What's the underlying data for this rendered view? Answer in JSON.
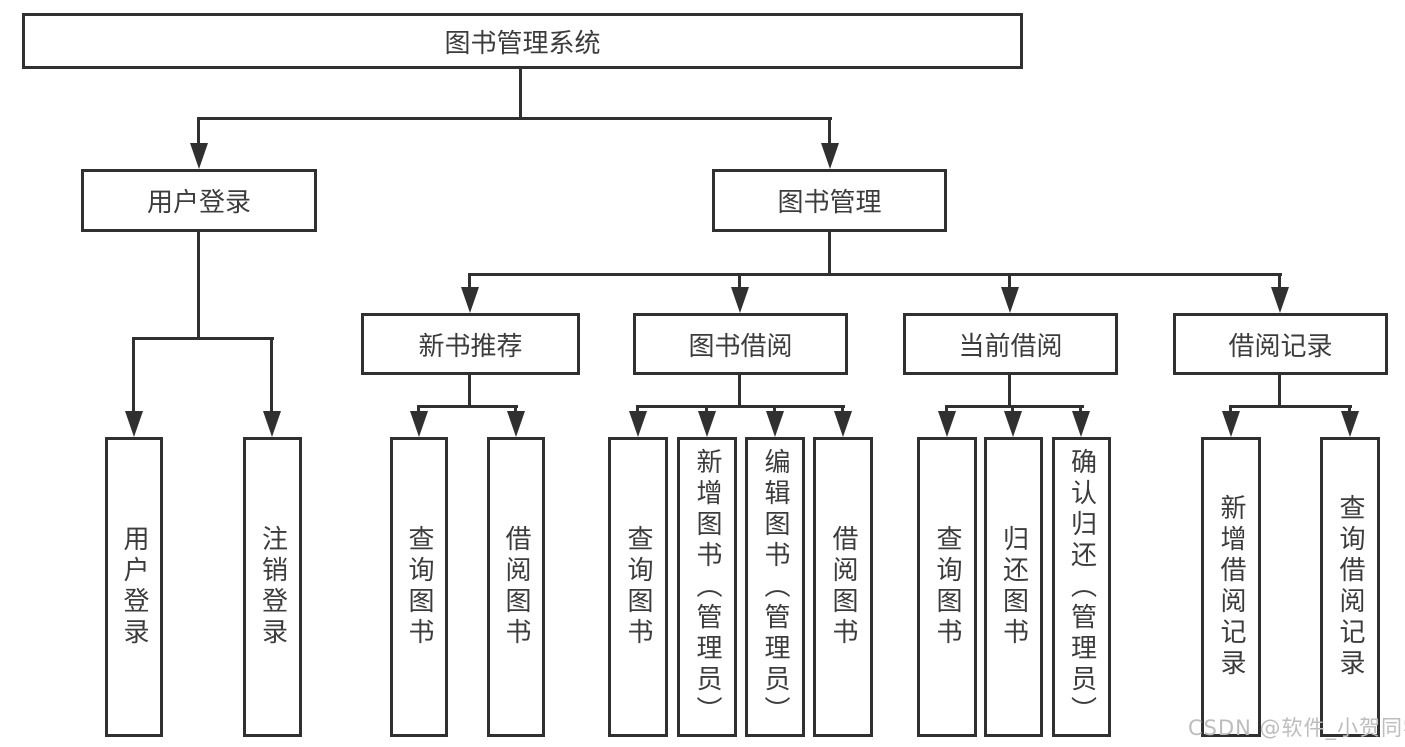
{
  "colors": {
    "line": "#303030",
    "text": "#3c3c3c",
    "watermark": "#bdbdbd",
    "background": "#ffffff"
  },
  "diagram": {
    "title": "图书管理系统",
    "branches": [
      {
        "label": "用户登录",
        "children": [
          {
            "label": "用户登录"
          },
          {
            "label": "注销登录"
          }
        ]
      },
      {
        "label": "图书管理",
        "children": [
          {
            "label": "新书推荐",
            "children": [
              {
                "label": "查询图书"
              },
              {
                "label": "借阅图书"
              }
            ]
          },
          {
            "label": "图书借阅",
            "children": [
              {
                "label": "查询图书"
              },
              {
                "label": "新增图书（管理员）"
              },
              {
                "label": "编辑图书（管理员）"
              },
              {
                "label": "借阅图书"
              }
            ]
          },
          {
            "label": "当前借阅",
            "children": [
              {
                "label": "查询图书"
              },
              {
                "label": "归还图书"
              },
              {
                "label": "确认归还（管理员）"
              }
            ]
          },
          {
            "label": "借阅记录",
            "children": [
              {
                "label": "新增借阅记录"
              },
              {
                "label": "查询借阅记录"
              }
            ]
          }
        ]
      }
    ]
  },
  "watermark": {
    "text": "CSDN @软件_小贺同学"
  }
}
